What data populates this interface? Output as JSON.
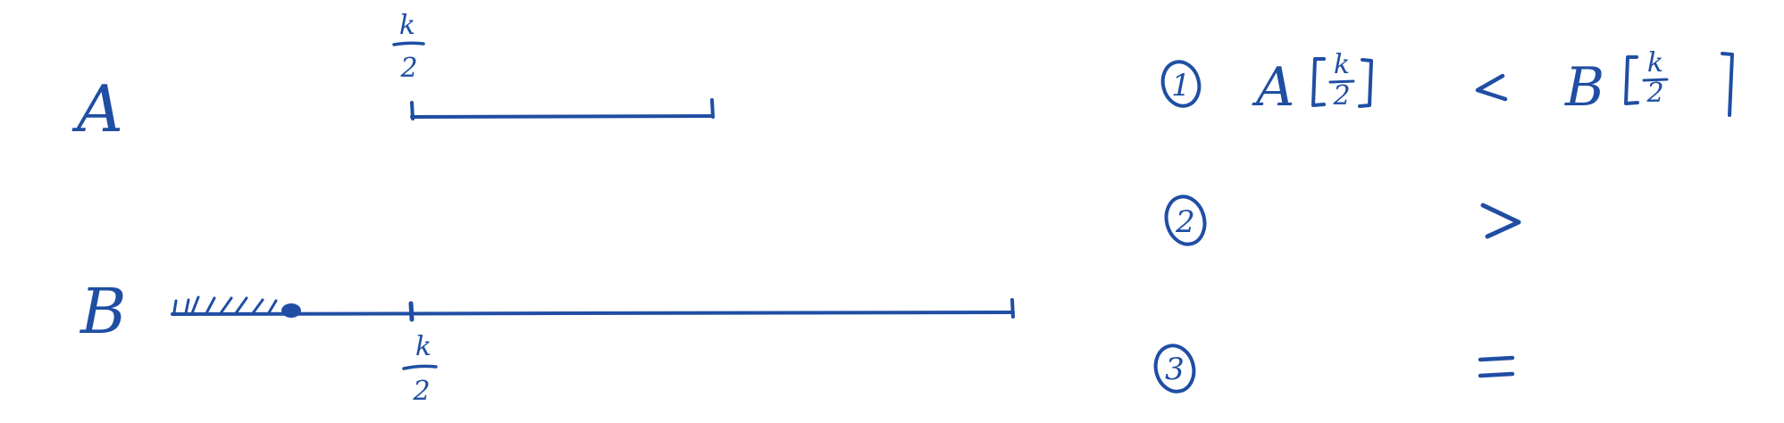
{
  "ink_color": "#1f4ea3",
  "diagram": {
    "array_a": {
      "label": "A",
      "split_label": {
        "numerator": "k",
        "denominator": "2"
      }
    },
    "array_b": {
      "label": "B",
      "split_label": {
        "numerator": "k",
        "denominator": "2"
      }
    }
  },
  "cases": [
    {
      "marker": "1",
      "lhs": "A",
      "relation": "<",
      "rhs": "B",
      "index": {
        "numerator": "k",
        "denominator": "2"
      }
    },
    {
      "marker": "2",
      "relation": ">"
    },
    {
      "marker": "3",
      "relation": "="
    }
  ]
}
